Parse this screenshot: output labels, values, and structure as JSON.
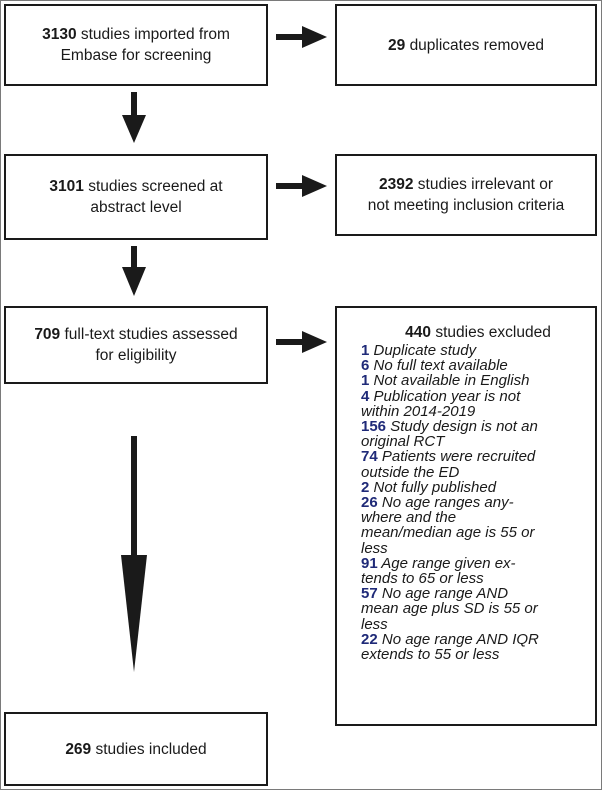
{
  "boxes": {
    "imported": {
      "num": "3130",
      "text": "studies imported from",
      "text2": "Embase for screening"
    },
    "duplicates": {
      "num": "29",
      "text": "duplicates removed"
    },
    "screened": {
      "num": "3101",
      "text": "studies screened at",
      "text2": "abstract level"
    },
    "irrelevant": {
      "num": "2392",
      "text": "studies irrelevant or",
      "text2": "not meeting inclusion criteria"
    },
    "fulltext": {
      "num": "709",
      "text": "full-text studies assessed",
      "text2": "for eligibility"
    },
    "excluded": {
      "num": "440",
      "text": "studies excluded"
    },
    "included": {
      "num": "269",
      "text": "studies included"
    }
  },
  "exclusion_reasons": [
    {
      "n": "1",
      "lines": [
        "Duplicate study"
      ]
    },
    {
      "n": "6",
      "lines": [
        "No full text available"
      ]
    },
    {
      "n": "1",
      "lines": [
        "Not available in English"
      ]
    },
    {
      "n": "4",
      "lines": [
        "Publication year is not",
        "within 2014-2019"
      ]
    },
    {
      "n": "156",
      "lines": [
        "Study design is not an",
        "original RCT"
      ]
    },
    {
      "n": "74",
      "lines": [
        "Patients were recruited",
        "outside the ED"
      ]
    },
    {
      "n": "2",
      "lines": [
        "Not fully published"
      ]
    },
    {
      "n": "26",
      "lines": [
        "No age ranges any-",
        "where and the",
        "mean/median age is 55 or",
        "less"
      ]
    },
    {
      "n": "91",
      "lines": [
        "Age range given ex-",
        "tends to 65 or less"
      ]
    },
    {
      "n": "57",
      "lines": [
        "No age range AND",
        "mean age plus SD is 55 or",
        "less"
      ]
    },
    {
      "n": "22",
      "lines": [
        "No age range AND IQR",
        "extends to 55 or less"
      ]
    }
  ],
  "colors": {
    "number_accent": "#1f2a78",
    "stroke": "#1a1a1a"
  }
}
